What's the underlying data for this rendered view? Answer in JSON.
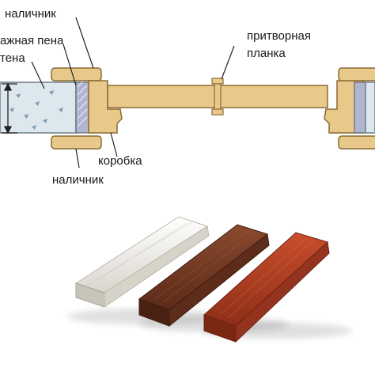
{
  "labels": {
    "nalichnik_top": "наличник",
    "montazh_pena": "ажная пена",
    "stena": "тена",
    "pritvornaya_1": "притворная",
    "pritvornaya_2": "планка",
    "korobka": "коробка",
    "nalichnik_bottom": "наличник"
  },
  "colors": {
    "wood": "#e8c98a",
    "wood_stroke": "#8a6a35",
    "wall": "#dde7ee",
    "foam": "#b0b6d2",
    "leader": "#222222",
    "white_profile": "#eae8e2",
    "brown_profile": "#6a3420",
    "red_profile": "#a63a20"
  }
}
